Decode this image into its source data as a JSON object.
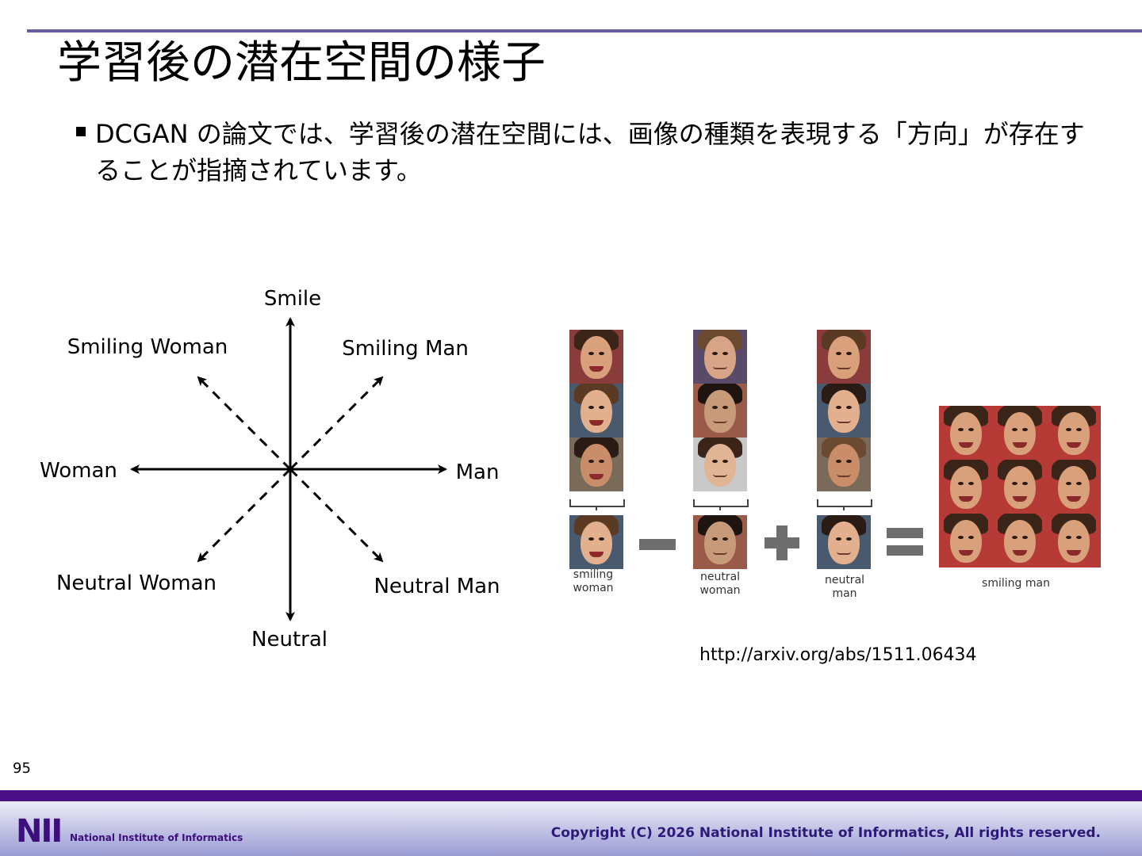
{
  "slide": {
    "title": "学習後の潜在空間の様子",
    "bullet": "DCGAN の論文では、学習後の潜在空間には、画像の種類を表現する「方向」が存在することが指摘されています。",
    "page_number": "95"
  },
  "diagram": {
    "labels": {
      "smile": "Smile",
      "neutral": "Neutral",
      "woman": "Woman",
      "man": "Man",
      "smiling_woman": "Smiling Woman",
      "smiling_man": "Smiling Man",
      "neutral_woman": "Neutral Woman",
      "neutral_man": "Neutral Man"
    }
  },
  "arithmetic": {
    "captions": {
      "smiling_woman": "smiling\nwoman",
      "neutral_woman": "neutral\nwoman",
      "neutral_man": "neutral\nman",
      "smiling_man": "smiling man"
    }
  },
  "source_url": "http://arxiv.org/abs/1511.06434",
  "footer": {
    "logo_mark": "NII",
    "logo_text": "National Institute of Informatics",
    "copyright": "Copyright (C) 2026 National Institute of Informatics, All rights reserved."
  },
  "colors": {
    "accent": "#6a5a9e",
    "footer_bar": "#4b0f85",
    "logo": "#3c0f7c"
  }
}
